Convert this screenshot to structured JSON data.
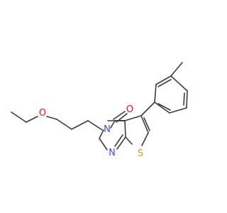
{
  "structure": {
    "atoms": {
      "O_carbonyl": {
        "label": "O",
        "color": "#ff0d0d"
      },
      "N3": {
        "label": "N",
        "color": "#3050f8"
      },
      "N1": {
        "label": "N",
        "color": "#3050f8"
      },
      "S": {
        "label": "S",
        "color": "#c8a000"
      },
      "O_ether": {
        "label": "O",
        "color": "#ff0d0d"
      }
    },
    "bond_color": "#3c3c3c",
    "background": "#ffffff"
  }
}
